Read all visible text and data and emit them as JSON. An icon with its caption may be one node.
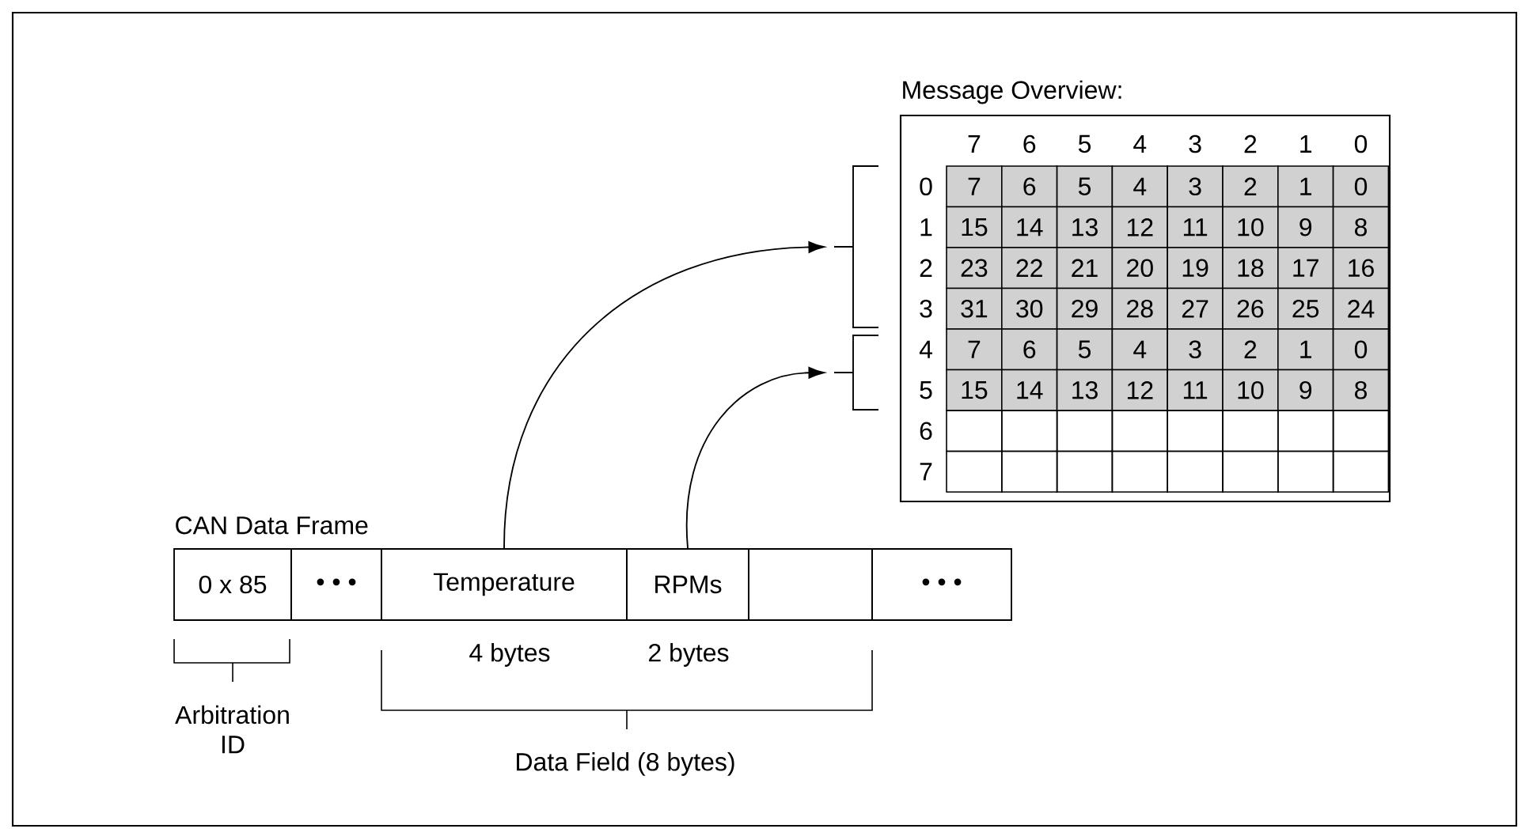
{
  "diagram": {
    "nodes": [
      {
        "text": [
          "0 x 85"
        ]
      },
      {
        "text": [
          "• • •"
        ]
      },
      {
        "text": [
          "Temperature"
        ]
      },
      {
        "text": [
          "RPMs"
        ]
      },
      {
        "text": [],
        "shape": "box"
      },
      {
        "text": [
          "• • •"
        ]
      },
      {
        "text": [],
        "shape": "bracket"
      },
      {
        "text": [],
        "shape": "bracket"
      }
    ],
    "edges": [
      {
        "from": 2,
        "to": 6,
        "arrow": "to"
      },
      {
        "from": 3,
        "to": 7,
        "arrow": "to"
      }
    ],
    "labels": [
      "Message Overview:",
      "7",
      "6",
      "5",
      "4",
      "3",
      "2",
      "1",
      "0",
      "0",
      "7",
      "6",
      "5",
      "4",
      "3",
      "2",
      "1",
      "0",
      "1",
      "15",
      "14",
      "13",
      "12",
      "11",
      "10",
      "9",
      "8",
      "2",
      "23",
      "22",
      "21",
      "20",
      "19",
      "18",
      "17",
      "16",
      "3",
      "31",
      "30",
      "29",
      "28",
      "27",
      "26",
      "25",
      "24",
      "4",
      "7",
      "6",
      "5",
      "4",
      "3",
      "2",
      "1",
      "0",
      "5",
      "15",
      "14",
      "13",
      "12",
      "11",
      "10",
      "9",
      "8",
      "6",
      "7",
      "CAN Data Frame",
      "4 bytes",
      "2 bytes",
      "Arbitration ID",
      "Data Field (8 bytes)"
    ]
  }
}
